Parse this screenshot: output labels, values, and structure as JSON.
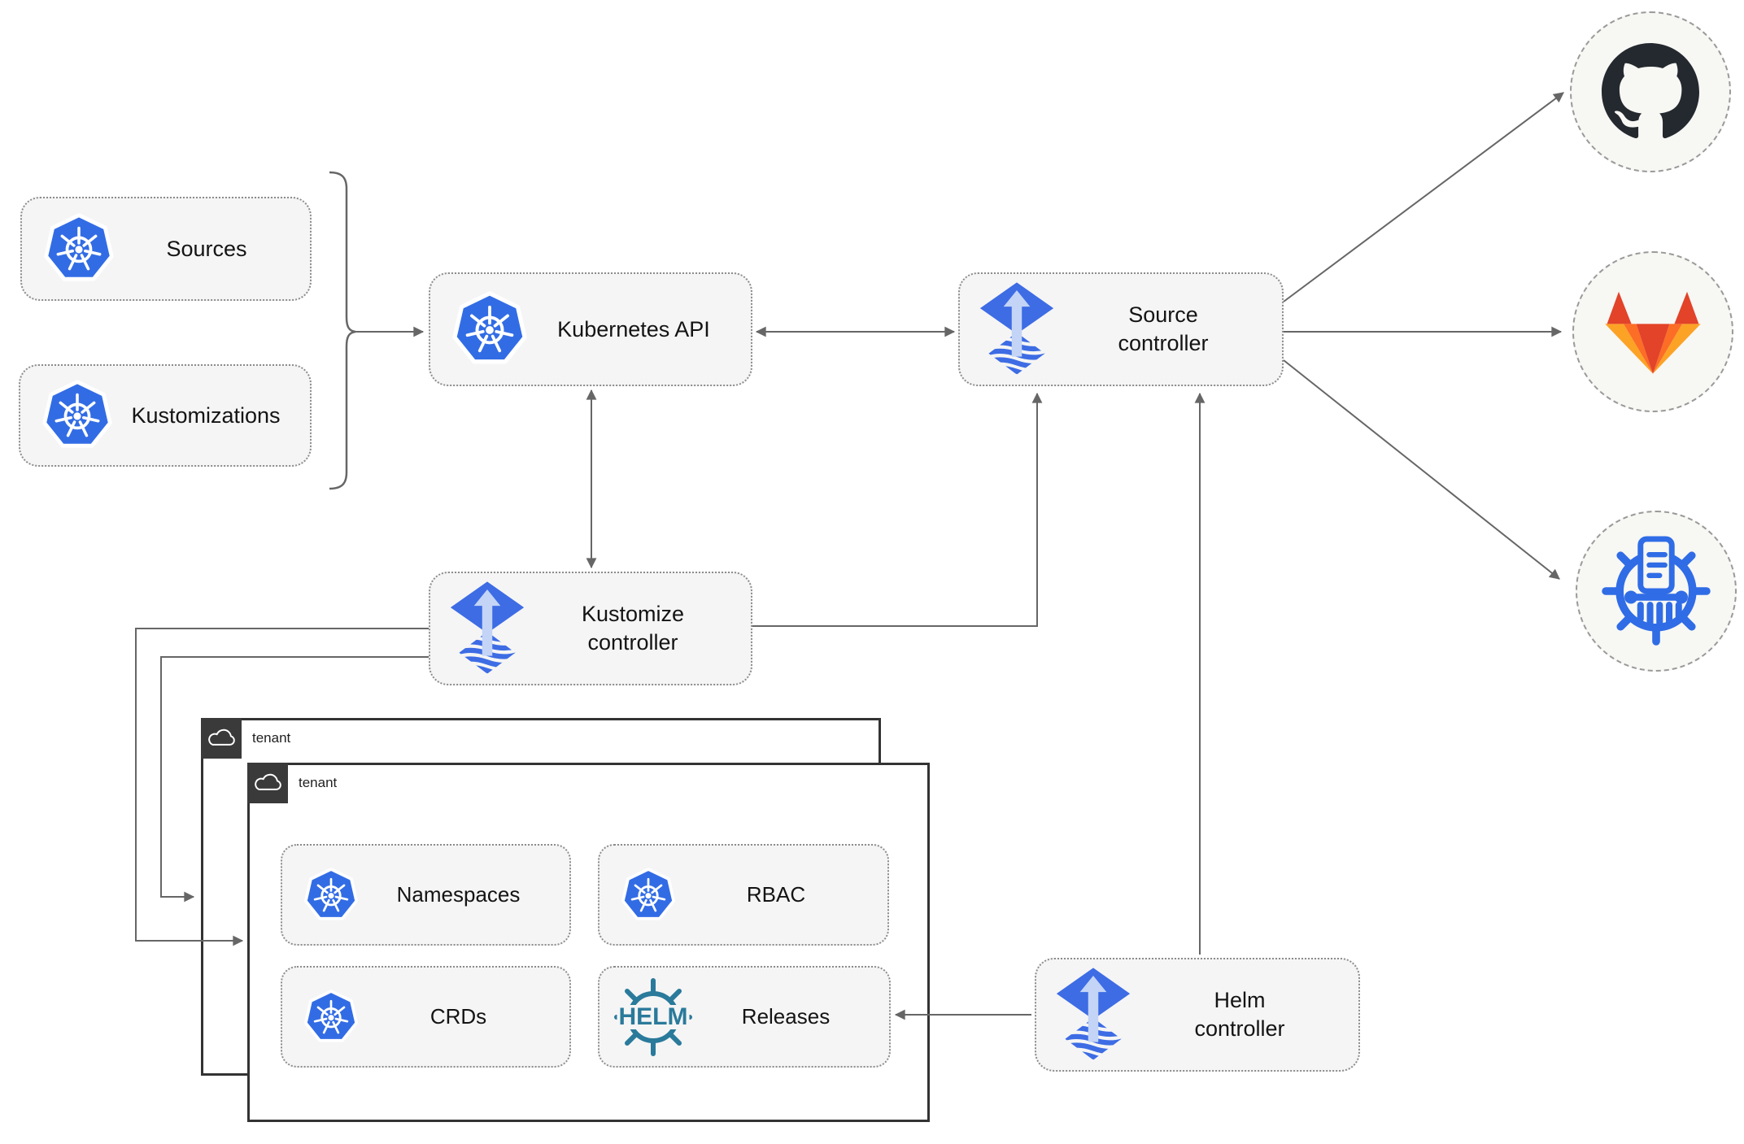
{
  "nodes": {
    "sources": {
      "label": "Sources",
      "icon": "kubernetes"
    },
    "kustomizations": {
      "label": "Kustomizations",
      "icon": "kubernetes"
    },
    "kubernetes_api": {
      "label": "Kubernetes API",
      "icon": "kubernetes"
    },
    "source_controller": {
      "label": "Source\ncontroller",
      "icon": "flux"
    },
    "kustomize_controller": {
      "label": "Kustomize\ncontroller",
      "icon": "flux"
    },
    "helm_controller": {
      "label": "Helm\ncontroller",
      "icon": "flux"
    },
    "namespaces": {
      "label": "Namespaces",
      "icon": "kubernetes"
    },
    "rbac": {
      "label": "RBAC",
      "icon": "kubernetes"
    },
    "crds": {
      "label": "CRDs",
      "icon": "kubernetes"
    },
    "releases": {
      "label": "Releases",
      "icon": "helm"
    }
  },
  "helm_logo_text": "HELM",
  "tenants": {
    "back": {
      "label": "tenant",
      "icon": "cloud"
    },
    "front": {
      "label": "tenant",
      "icon": "cloud"
    }
  },
  "endpoints": {
    "github": {
      "icon": "github"
    },
    "gitlab": {
      "icon": "gitlab"
    },
    "chart_repository": {
      "icon": "chart-repository"
    }
  },
  "connections": [
    {
      "from": "sources-and-kustomizations",
      "to": "kubernetes-api",
      "style": "arrow"
    },
    {
      "from": "kubernetes-api",
      "to": "source-controller",
      "style": "double-arrow"
    },
    {
      "from": "kubernetes-api",
      "to": "kustomize-controller",
      "style": "double-arrow"
    },
    {
      "from": "kustomize-controller",
      "to": "source-controller",
      "style": "arrow"
    },
    {
      "from": "kustomize-controller",
      "to": "tenant-front",
      "style": "arrow"
    },
    {
      "from": "kustomize-controller",
      "to": "tenant-back",
      "style": "arrow"
    },
    {
      "from": "helm-controller",
      "to": "source-controller",
      "style": "arrow"
    },
    {
      "from": "helm-controller",
      "to": "releases",
      "style": "arrow"
    },
    {
      "from": "source-controller",
      "to": "github",
      "style": "arrow"
    },
    {
      "from": "source-controller",
      "to": "gitlab",
      "style": "arrow"
    },
    {
      "from": "source-controller",
      "to": "chart-repository",
      "style": "arrow"
    }
  ],
  "colors": {
    "node_fill": "#f5f5f5",
    "node_border": "#8c8c8c",
    "connector": "#666666",
    "kubernetes_blue": "#326ce5",
    "flux_blue": "#3d6ce4",
    "flux_arrow_light": "#c3d4f6",
    "helm_teal": "#2a7a9b",
    "github_dark": "#24292f",
    "gitlab_red": "#e24329",
    "gitlab_orange": "#fc6d26",
    "gitlab_amber": "#fca326",
    "tenant_border": "#333333",
    "tenant_header": "#3a3a3a",
    "circle_fill": "#f7f7f4"
  }
}
